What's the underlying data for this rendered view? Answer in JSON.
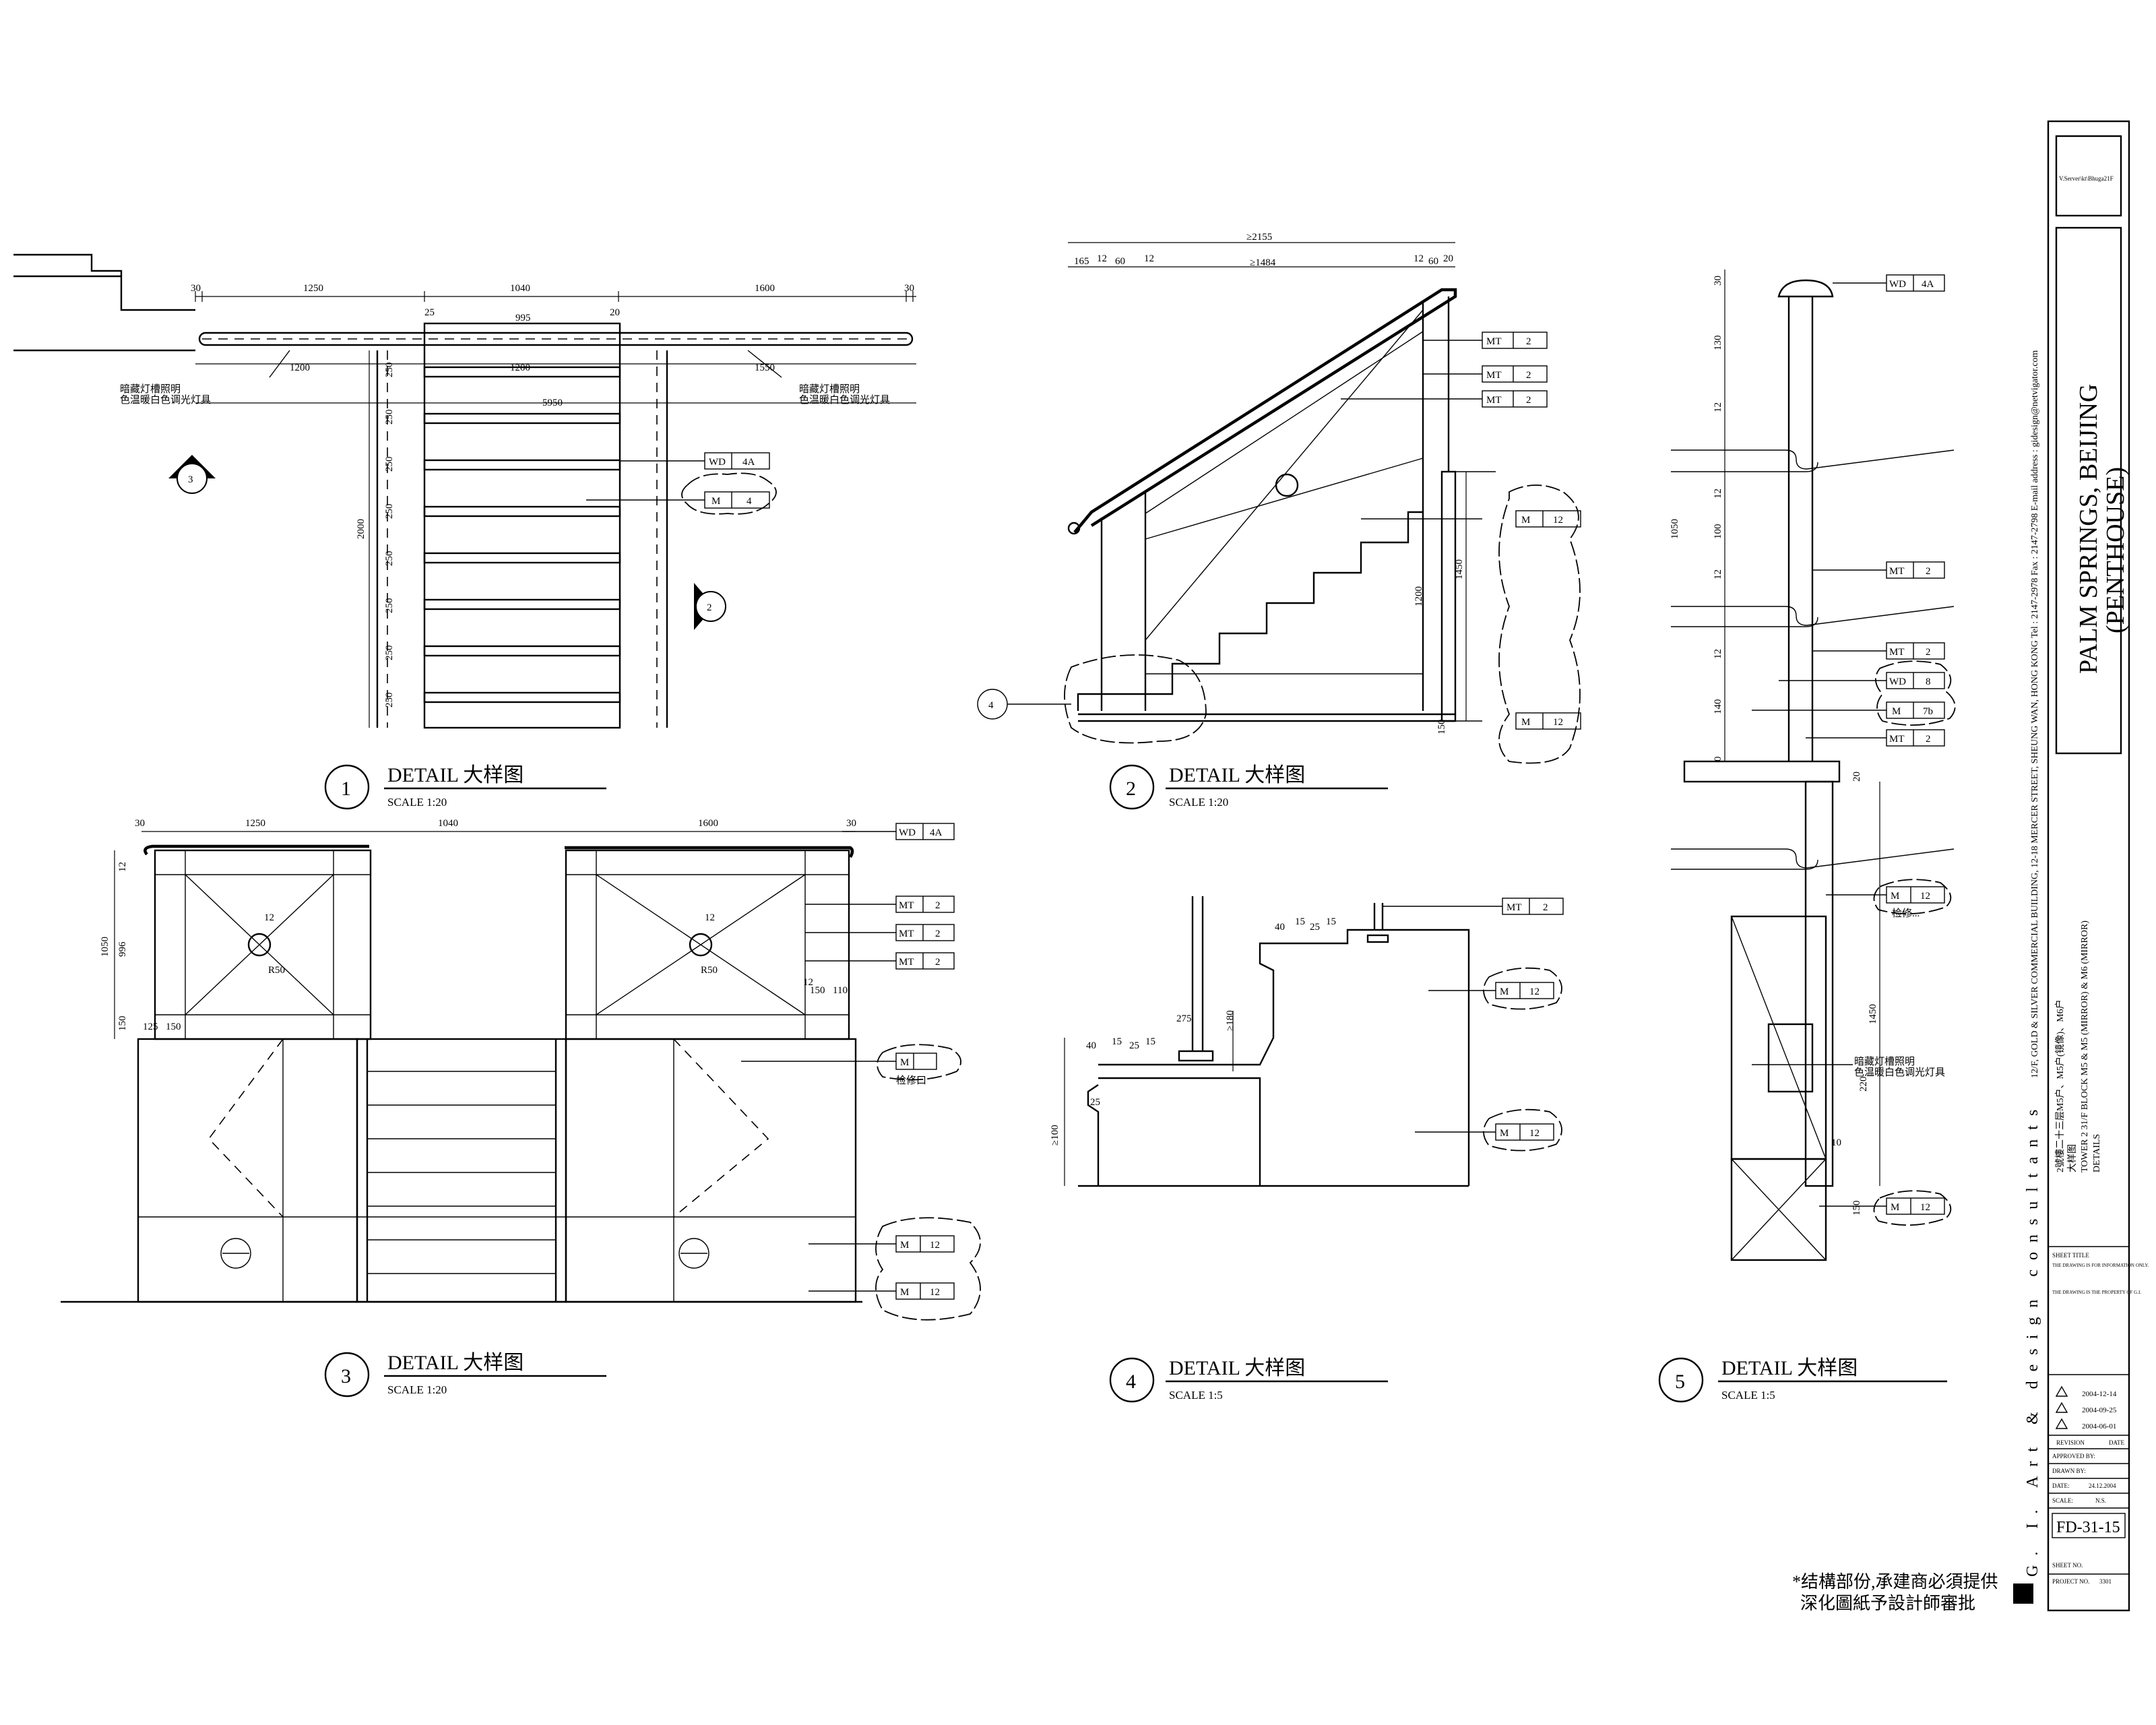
{
  "details": [
    {
      "number": "1",
      "title": "DETAIL 大样图",
      "scale": "SCALE  1:20"
    },
    {
      "number": "2",
      "title": "DETAIL 大样图",
      "scale": "SCALE  1:20"
    },
    {
      "number": "3",
      "title": "DETAIL 大样图",
      "scale": "SCALE  1:20"
    },
    {
      "number": "4",
      "title": "DETAIL 大样图",
      "scale": "SCALE  1:5"
    },
    {
      "number": "5",
      "title": "DETAIL 大样图",
      "scale": "SCALE  1:5"
    }
  ],
  "tags": {
    "wd4a": "WD | 4A",
    "wd4": "WD | 4A",
    "m4": "M | 4",
    "mt2": "MT | 2",
    "m12": "M | 12",
    "wd8": "WD | 8",
    "m7b": "M | 7b"
  },
  "tag_parts": {
    "wd": "WD",
    "m": "M",
    "mt": "MT",
    "v4a": "4A",
    "v4": "4",
    "v2": "2",
    "v12": "12",
    "v8": "8",
    "v7b": "7b"
  },
  "section_markers": {
    "s3": "3",
    "s2": "2",
    "s4": "4"
  },
  "notes": {
    "lighting_1": "暗藏灯槽照明",
    "lighting_2": "色温暖白色调光灯具",
    "access": "检修口",
    "access_2": "检修...",
    "structure_1": "*结構部份,承建商必須提供",
    "structure_2": "深化圖紙予設計師審批"
  },
  "dims": {
    "d30": "30",
    "d1250": "1250",
    "d1040": "1040",
    "d1600": "1600",
    "d995": "995",
    "d25": "25",
    "d20": "20",
    "d1200": "1200",
    "d1550": "1550",
    "d5950": "5950",
    "d2000": "2000",
    "d250": "250",
    "d2155": "≥2155",
    "d165": "165",
    "d12": "12",
    "d60": "60",
    "d1484": "≥1484",
    "d1450": "1450",
    "d150": "150",
    "d1050": "1050",
    "d996": "996",
    "d125": "125",
    "d110": "110",
    "r50": "R50",
    "d40": "40",
    "d15": "15",
    "d275": "275",
    "d180": "≥180",
    "d100": "≥100",
    "d130": "130",
    "d140": "140",
    "d0": "0",
    "d100b": "100",
    "d220": "220",
    "d10": "10",
    "d1450b": "1450"
  },
  "title_block": {
    "project_line1": "PALM SPRINGS, BEIJING",
    "project_line2": "(PENTHOUSE)",
    "company": "G. I. Art & design consultants",
    "address": "12/F, GOLD & SILVER COMMERCIAL BUILDING, 12-18 MERCER STREET, SHEUNG WAN, HONG KONG  Tel : 2147-2978  Fax : 2147-2798  E-mail address : gidesign@netvigator.com",
    "logo_text": "V.Server\\kt\\Bhuga21F",
    "sheet_title_cn1": "2號樓二十三层M5户、M5户(镜像)、M6户",
    "sheet_title_cn2": "大样图",
    "sheet_title_en1": "TOWER 2 31/F BLOCK M5 & M5 (MIRROR) & M6 (MIRROR)",
    "sheet_title_en2": "DETAILS",
    "sheet_title_label": "SHEET TITLE",
    "disclaimer_1": "THE DRAWING IS FOR INFORMATION ONLY.",
    "disclaimer_2": "THE DRAWING IS THE PROPERTY OF G.I.",
    "revisions": [
      {
        "date": "2004-12-14"
      },
      {
        "date": "2004-09-25"
      },
      {
        "date": "2004-06-01"
      }
    ],
    "revision_label": "REVISION",
    "date_label": "DATE",
    "approved_by": "APPROVED BY:",
    "drawn_by": "DRAWN BY:",
    "date_field": "DATE:",
    "date_value": "24.12.2004",
    "scale_field": "SCALE:",
    "scale_value": "N.S.",
    "sheet_no_value": "FD-31-15",
    "sheet_no_label": "SHEET NO.",
    "project_no_label": "PROJECT NO.",
    "project_no_value": "3301"
  }
}
